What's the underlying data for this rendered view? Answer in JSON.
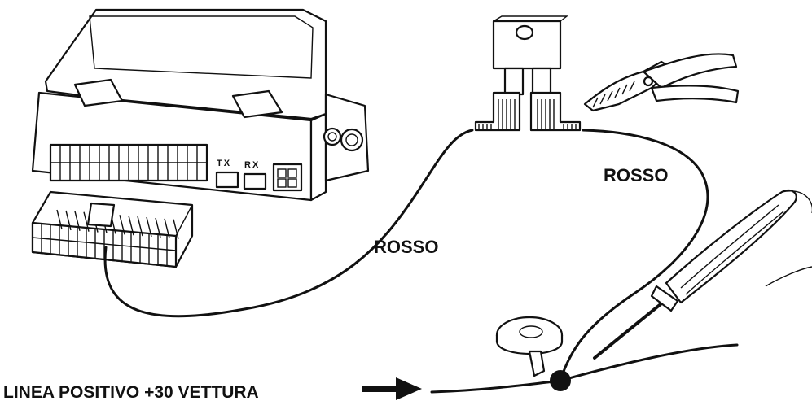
{
  "labels": {
    "wire_left": "ROSSO",
    "wire_right": "ROSSO",
    "module_tx": "TX",
    "module_rx": "RX",
    "vehicle_line": "LINEA POSITIVO +30 VETTURA"
  },
  "colors": {
    "ink": "#111111",
    "paper": "#ffffff"
  },
  "icons": {
    "module": "control-unit-icon",
    "connector": "wiring-harness-connector-icon",
    "fuse": "blade-fuse-holder-icon",
    "crimper": "crimping-pliers-icon",
    "tape": "insulating-tape-icon",
    "tester": "test-probe-icon",
    "arrow": "arrow-right-icon",
    "junction": "splice-point-icon"
  }
}
